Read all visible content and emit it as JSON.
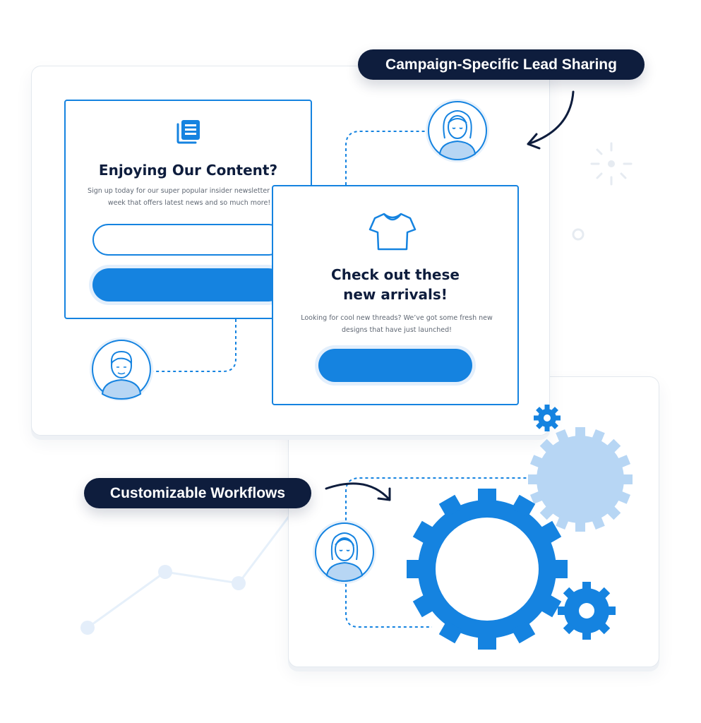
{
  "labels": {
    "lead_sharing": "Campaign-Specific Lead Sharing",
    "workflows": "Customizable Workflows"
  },
  "newsletter_card": {
    "icon": "newsletter-icon",
    "title": "Enjoying Our Content?",
    "text": "Sign up today for our super popular insider newsletter every week that offers latest news and so much more!",
    "email_value": "",
    "button_label": ""
  },
  "arrivals_card": {
    "icon": "tshirt-icon",
    "title_line1": "Check out these",
    "title_line2": "new arrivals!",
    "text": "Looking for cool new threads? We’ve got some fresh new designs that have just launched!",
    "button_label": ""
  },
  "avatars": [
    "woman-avatar-icon",
    "man-avatar-icon",
    "woman-avatar-icon"
  ],
  "icons": [
    "gear-large-icon",
    "gear-light-icon",
    "gear-small-icon",
    "gear-tiny-icon",
    "curved-arrow-icon"
  ],
  "colors": {
    "primary_blue": "#1583e0",
    "light_blue": "#b7d6f4",
    "navy": "#0e1d3d",
    "text_gray": "#5f6773",
    "panel_border": "#e3e8ee"
  }
}
